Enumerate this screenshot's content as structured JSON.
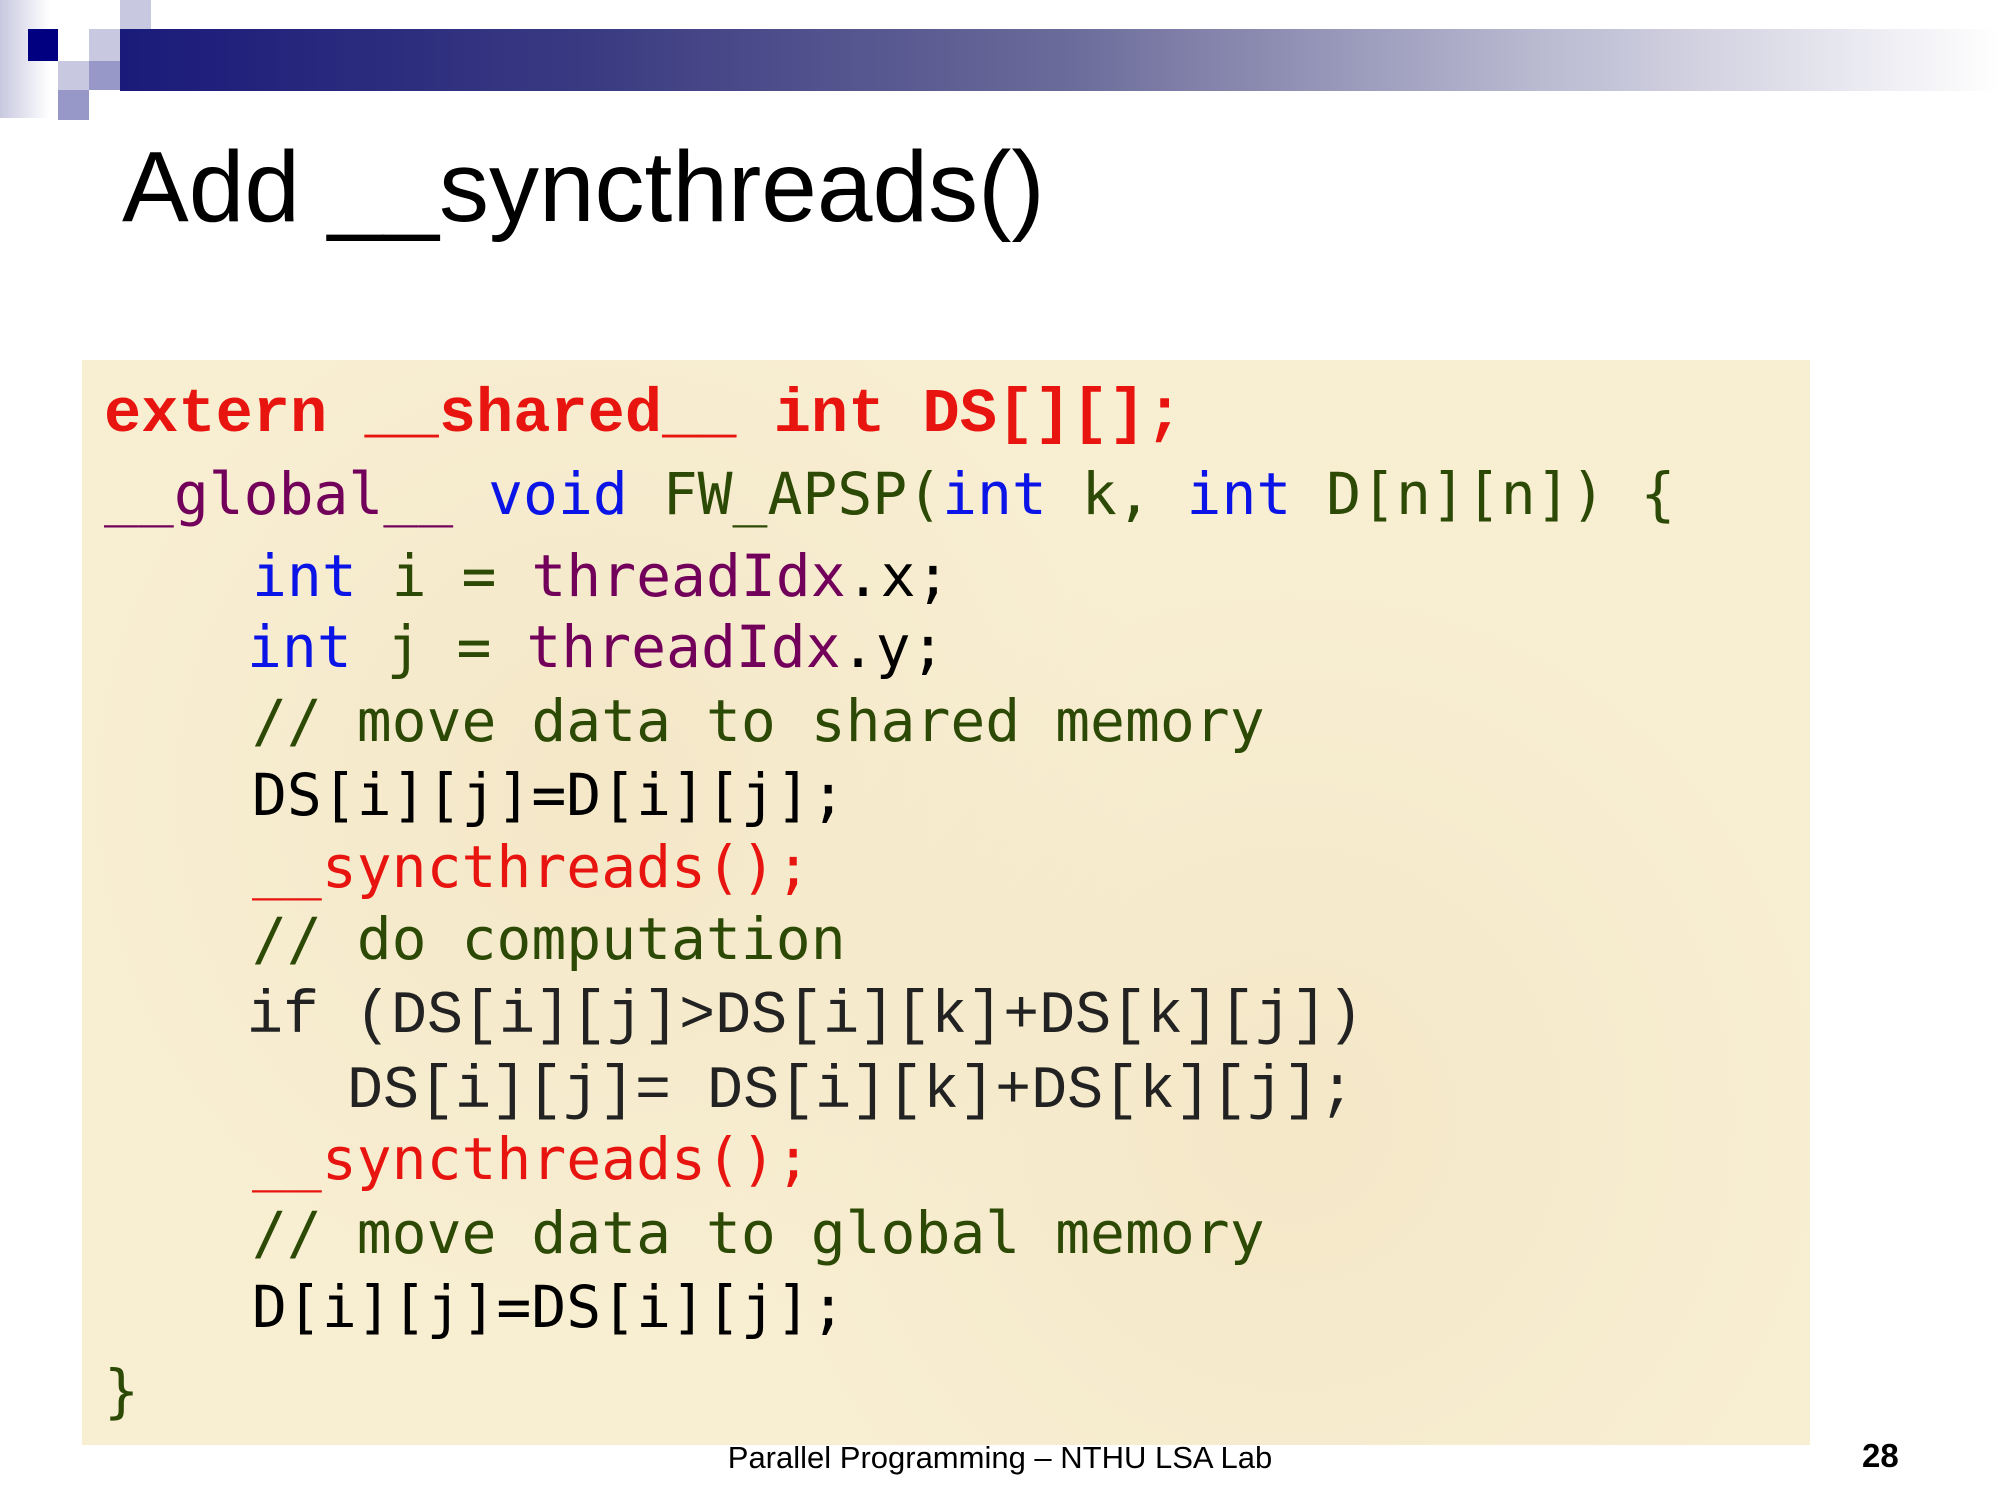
{
  "slide": {
    "title": "Add __syncthreads()",
    "footer": "Parallel Programming – NTHU LSA Lab",
    "page_number": "28"
  },
  "code": {
    "lines": [
      [
        {
          "t": "extern __shared__ int DS[][];",
          "c": "redb"
        }
      ],
      [
        {
          "t": "__global__",
          "c": "purple"
        },
        {
          "t": " void ",
          "c": "blue"
        },
        {
          "t": "FW_APSP(",
          "c": "green"
        },
        {
          "t": "int",
          "c": "blue"
        },
        {
          "t": " k, ",
          "c": "green"
        },
        {
          "t": "int",
          "c": "blue"
        },
        {
          "t": " D[n][n]) {",
          "c": "green"
        }
      ],
      [
        {
          "t": "int",
          "c": "blue"
        },
        {
          "t": " i = ",
          "c": "green"
        },
        {
          "t": "threadIdx",
          "c": "purple"
        },
        {
          "t": ".x;",
          "c": "black"
        }
      ],
      [
        {
          "t": "int",
          "c": "blue"
        },
        {
          "t": " j = ",
          "c": "green"
        },
        {
          "t": "threadIdx",
          "c": "purple"
        },
        {
          "t": ".y;",
          "c": "black"
        }
      ],
      [
        {
          "t": "// move data to shared memory",
          "c": "green"
        }
      ],
      [
        {
          "t": "DS[i][j]=D[i][j];",
          "c": "black"
        }
      ],
      [
        {
          "t": "__syncthreads();",
          "c": "red"
        }
      ],
      [
        {
          "t": "// do computation",
          "c": "green"
        }
      ],
      [
        {
          "t": "if (DS[i][j]>DS[i][k]+DS[k][j])",
          "c": "thin"
        }
      ],
      [
        {
          "t": "DS[i][j]= DS[i][k]+DS[k][j];",
          "c": "thin"
        }
      ],
      [
        {
          "t": "__syncthreads();",
          "c": "red"
        }
      ],
      [
        {
          "t": "// move data to global memory",
          "c": "green"
        }
      ],
      [
        {
          "t": "D[i][j]=DS[i][j];",
          "c": "black"
        }
      ],
      [
        {
          "t": "}",
          "c": "green"
        }
      ]
    ]
  }
}
